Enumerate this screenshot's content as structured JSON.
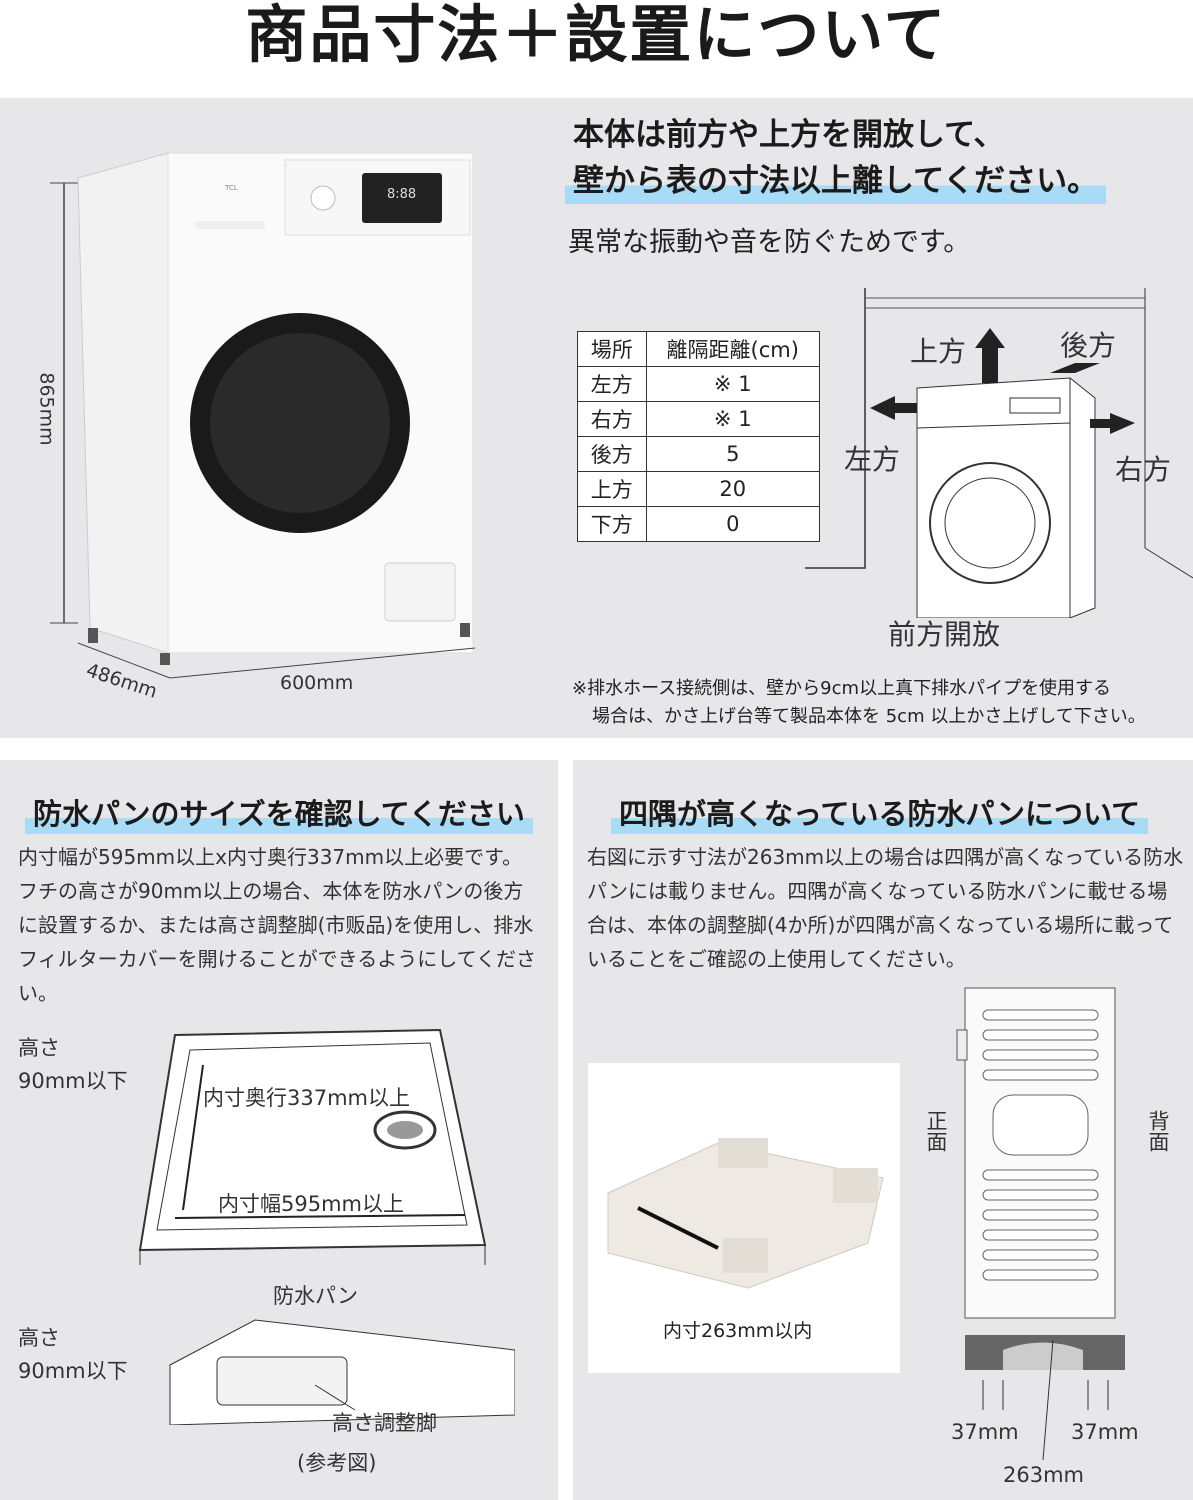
{
  "title": "商品寸法＋設置について",
  "top": {
    "heading_line1": "本体は前方や上方を開放して、",
    "heading_line2": "壁から表の寸法以上離してください。",
    "subtext": "異常な振動や音を防ぐためです。",
    "dims": {
      "height": "865mm",
      "depth": "486mm",
      "width": "600mm"
    },
    "brand": "TCL",
    "display": "8:88",
    "table": {
      "headers": [
        "場所",
        "離隔距離(cm)"
      ],
      "rows": [
        [
          "左方",
          "※ 1"
        ],
        [
          "右方",
          "※ 1"
        ],
        [
          "後方",
          "5"
        ],
        [
          "上方",
          "20"
        ],
        [
          "下方",
          "0"
        ]
      ]
    },
    "diagram_labels": {
      "up": "上方",
      "back": "後方",
      "left": "左方",
      "right": "右方",
      "front": "前方開放"
    },
    "note_line1": "※排水ホース接続側は、壁から9cm以上真下排水パイプを使用する",
    "note_line2": "場合は、かさ上げ台等て製品本体を 5cm 以上かさ上げして下さい。"
  },
  "left": {
    "heading": "防水パンのサイズを確認してください",
    "body": "内寸幅が595mm以上x内寸奥行337mm以上必要です。フチの高さが90mm以上の場合、本体を防水パンの後方に設置するか、または高さ調整脚(市贩品)を使用し、排水フィルターカバーを開けることができるようにしてください。",
    "height_label1": "高さ",
    "height_value1": "90mm以下",
    "depth_label": "内寸奥行337mm以上",
    "width_label": "内寸幅595mm以上",
    "pan_label": "防水パン",
    "height_label2": "高さ",
    "height_value2": "90mm以下",
    "leg_label": "高さ調整脚",
    "ref_label": "(参考図)"
  },
  "right": {
    "heading": "四隅が高くなっている防水パンについて",
    "body": "右図に示す寸法が263mm以上の場合は四隅が高くなっている防水パンには載りません。四隅が高くなっている防水パンに載せる場合は、本体の調整脚(4か所)が四隅が高くなっている場所に載っていることをご確認の上使用してください。",
    "photo_caption": "内寸263mm以内",
    "front_label": "正面",
    "back_label": "背面",
    "dim_left": "37mm",
    "dim_right": "37mm",
    "dim_total": "263mm"
  },
  "colors": {
    "panel": "#e7e7e9",
    "highlight": "#a8dcf6"
  }
}
